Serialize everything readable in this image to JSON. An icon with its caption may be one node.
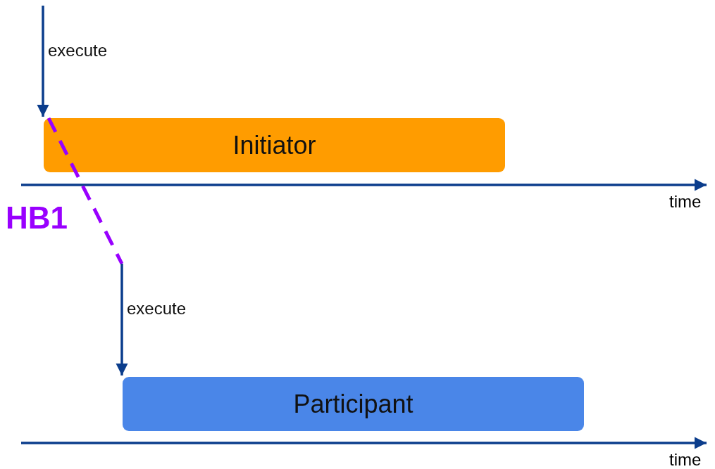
{
  "diagram": {
    "nodes": [
      {
        "text": [
          "Initiator"
        ]
      },
      {
        "text": [
          "Participant"
        ]
      }
    ],
    "edges": [
      {
        "from": null,
        "to": 0,
        "arrow": "to",
        "label": "execute"
      },
      {
        "from": 0,
        "to": null,
        "arrow": "none",
        "label": "HB1",
        "style": "dashed",
        "color": "#9900ff"
      },
      {
        "from": null,
        "to": 1,
        "arrow": "to",
        "label": "execute"
      }
    ],
    "labels": [
      "time",
      "time"
    ]
  }
}
